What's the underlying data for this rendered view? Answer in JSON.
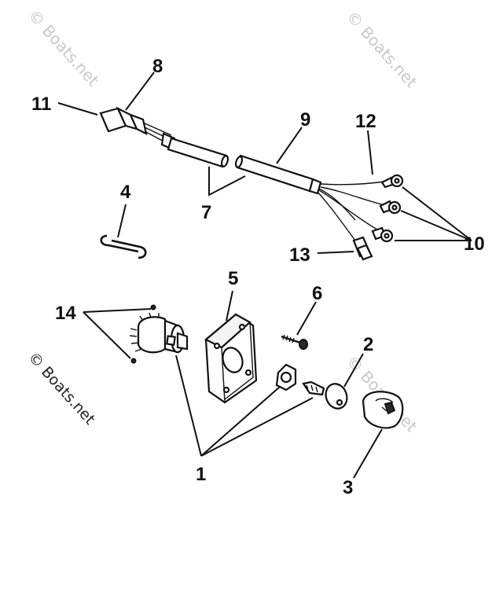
{
  "watermark": {
    "text": "© Boats.net"
  },
  "callouts": {
    "c1": "1",
    "c2": "2",
    "c3": "3",
    "c4": "4",
    "c5": "5",
    "c6": "6",
    "c7": "7",
    "c8": "8",
    "c9": "9",
    "c10": "10",
    "c11": "11",
    "c12": "12",
    "c13": "13",
    "c14": "14"
  },
  "colors": {
    "ink": "#111111",
    "watermark": "#c8c8c8",
    "background": "#ffffff"
  }
}
